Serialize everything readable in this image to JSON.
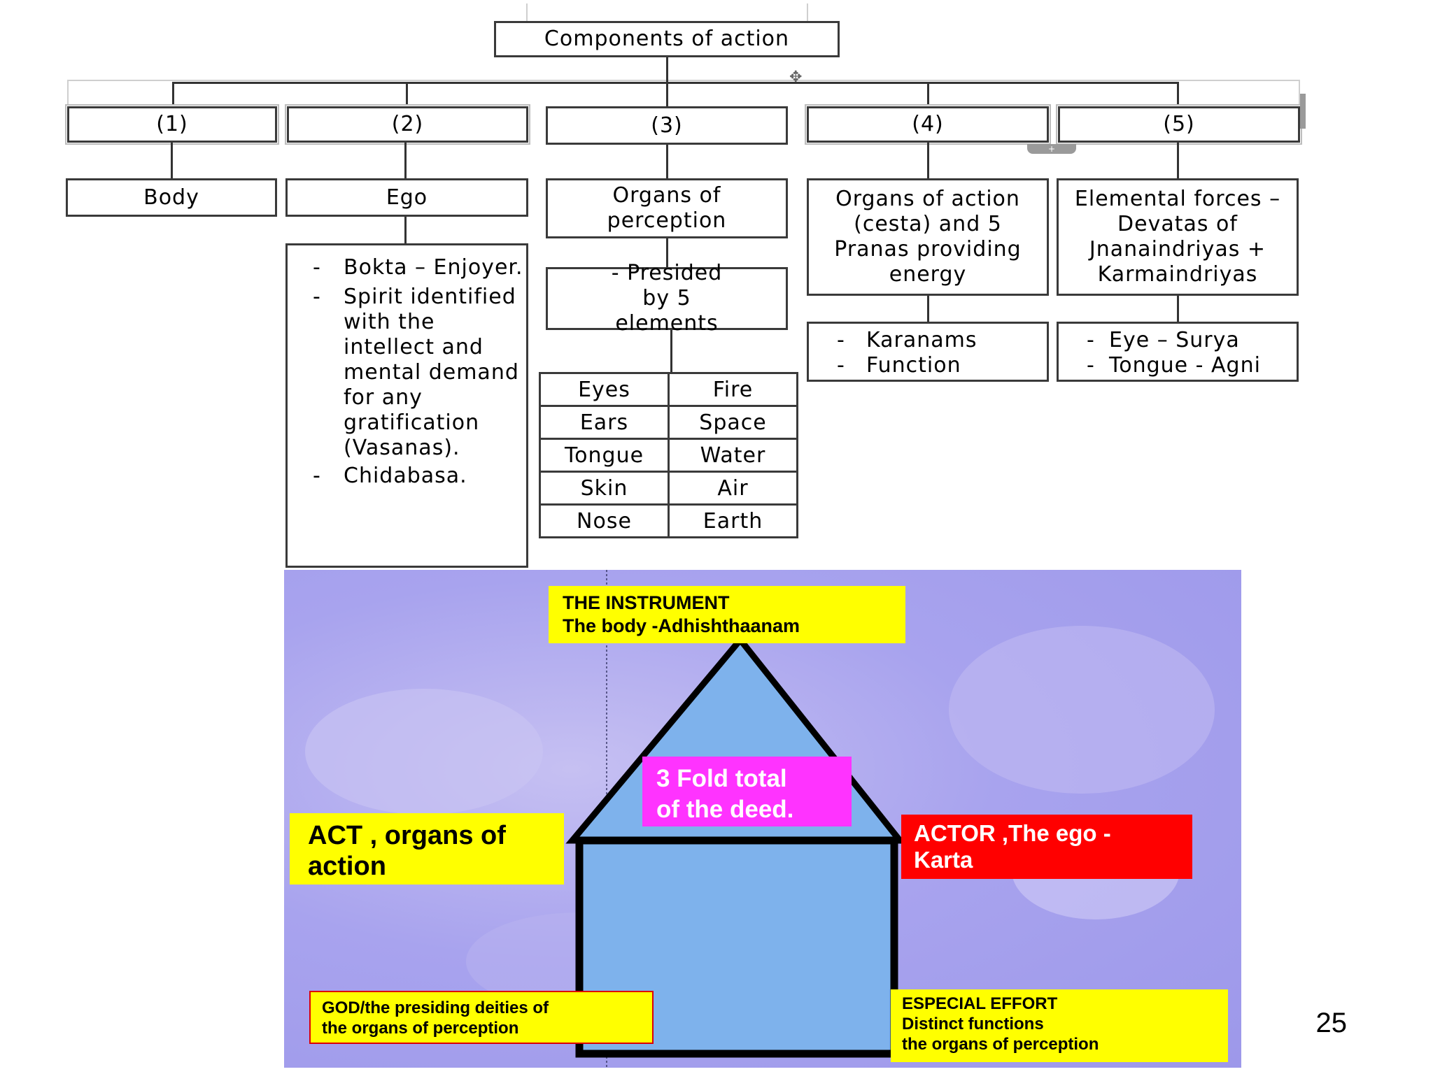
{
  "root": "Components of action",
  "columns": [
    {
      "num": "(1)",
      "title": "Body"
    },
    {
      "num": "(2)",
      "title": "Ego",
      "items": [
        "Bokta – Enjoyer.",
        "Spirit identified with the intellect and mental demand for any gratification (Vasanas).",
        "Chidabasa."
      ]
    },
    {
      "num": "(3)",
      "title": "Organs of perception",
      "note": "- Presided by 5 elements",
      "table": [
        [
          "Eyes",
          "Fire"
        ],
        [
          "Ears",
          "Space"
        ],
        [
          "Tongue",
          "Water"
        ],
        [
          "Skin",
          "Air"
        ],
        [
          "Nose",
          "Earth"
        ]
      ]
    },
    {
      "num": "(4)",
      "title": "Organs of action (cesta) and 5 Pranas providing energy",
      "items": [
        "Karanams",
        "Function"
      ]
    },
    {
      "num": "(5)",
      "title": "Elemental forces – Devatas of Jnanaindriyas + Karmaindriyas",
      "items": [
        "Eye – Surya",
        "Tongue - Agni"
      ]
    }
  ],
  "triangle": {
    "instrument_l1": "THE INSTRUMENT",
    "instrument_l2": "The body -Adhishthaanam",
    "center_l1": "3 Fold total",
    "center_l2": "of the deed.",
    "act_l1": "ACT , organs of",
    "act_l2": "action",
    "actor_l1": "ACTOR ,The ego -",
    "actor_l2": "Karta",
    "god_l1": "GOD/the presiding deities of",
    "god_l2": "the organs of perception",
    "effort_l1": "ESPECIAL EFFORT",
    "effort_l2": "Distinct functions",
    "effort_l3": "the organs of perception",
    "colors": {
      "background": "#a9a6ee",
      "house": "#7eb2ec",
      "yellow": "#ffff00",
      "magenta": "#ff33ff",
      "red": "#ff0000"
    }
  },
  "page_number": "25"
}
